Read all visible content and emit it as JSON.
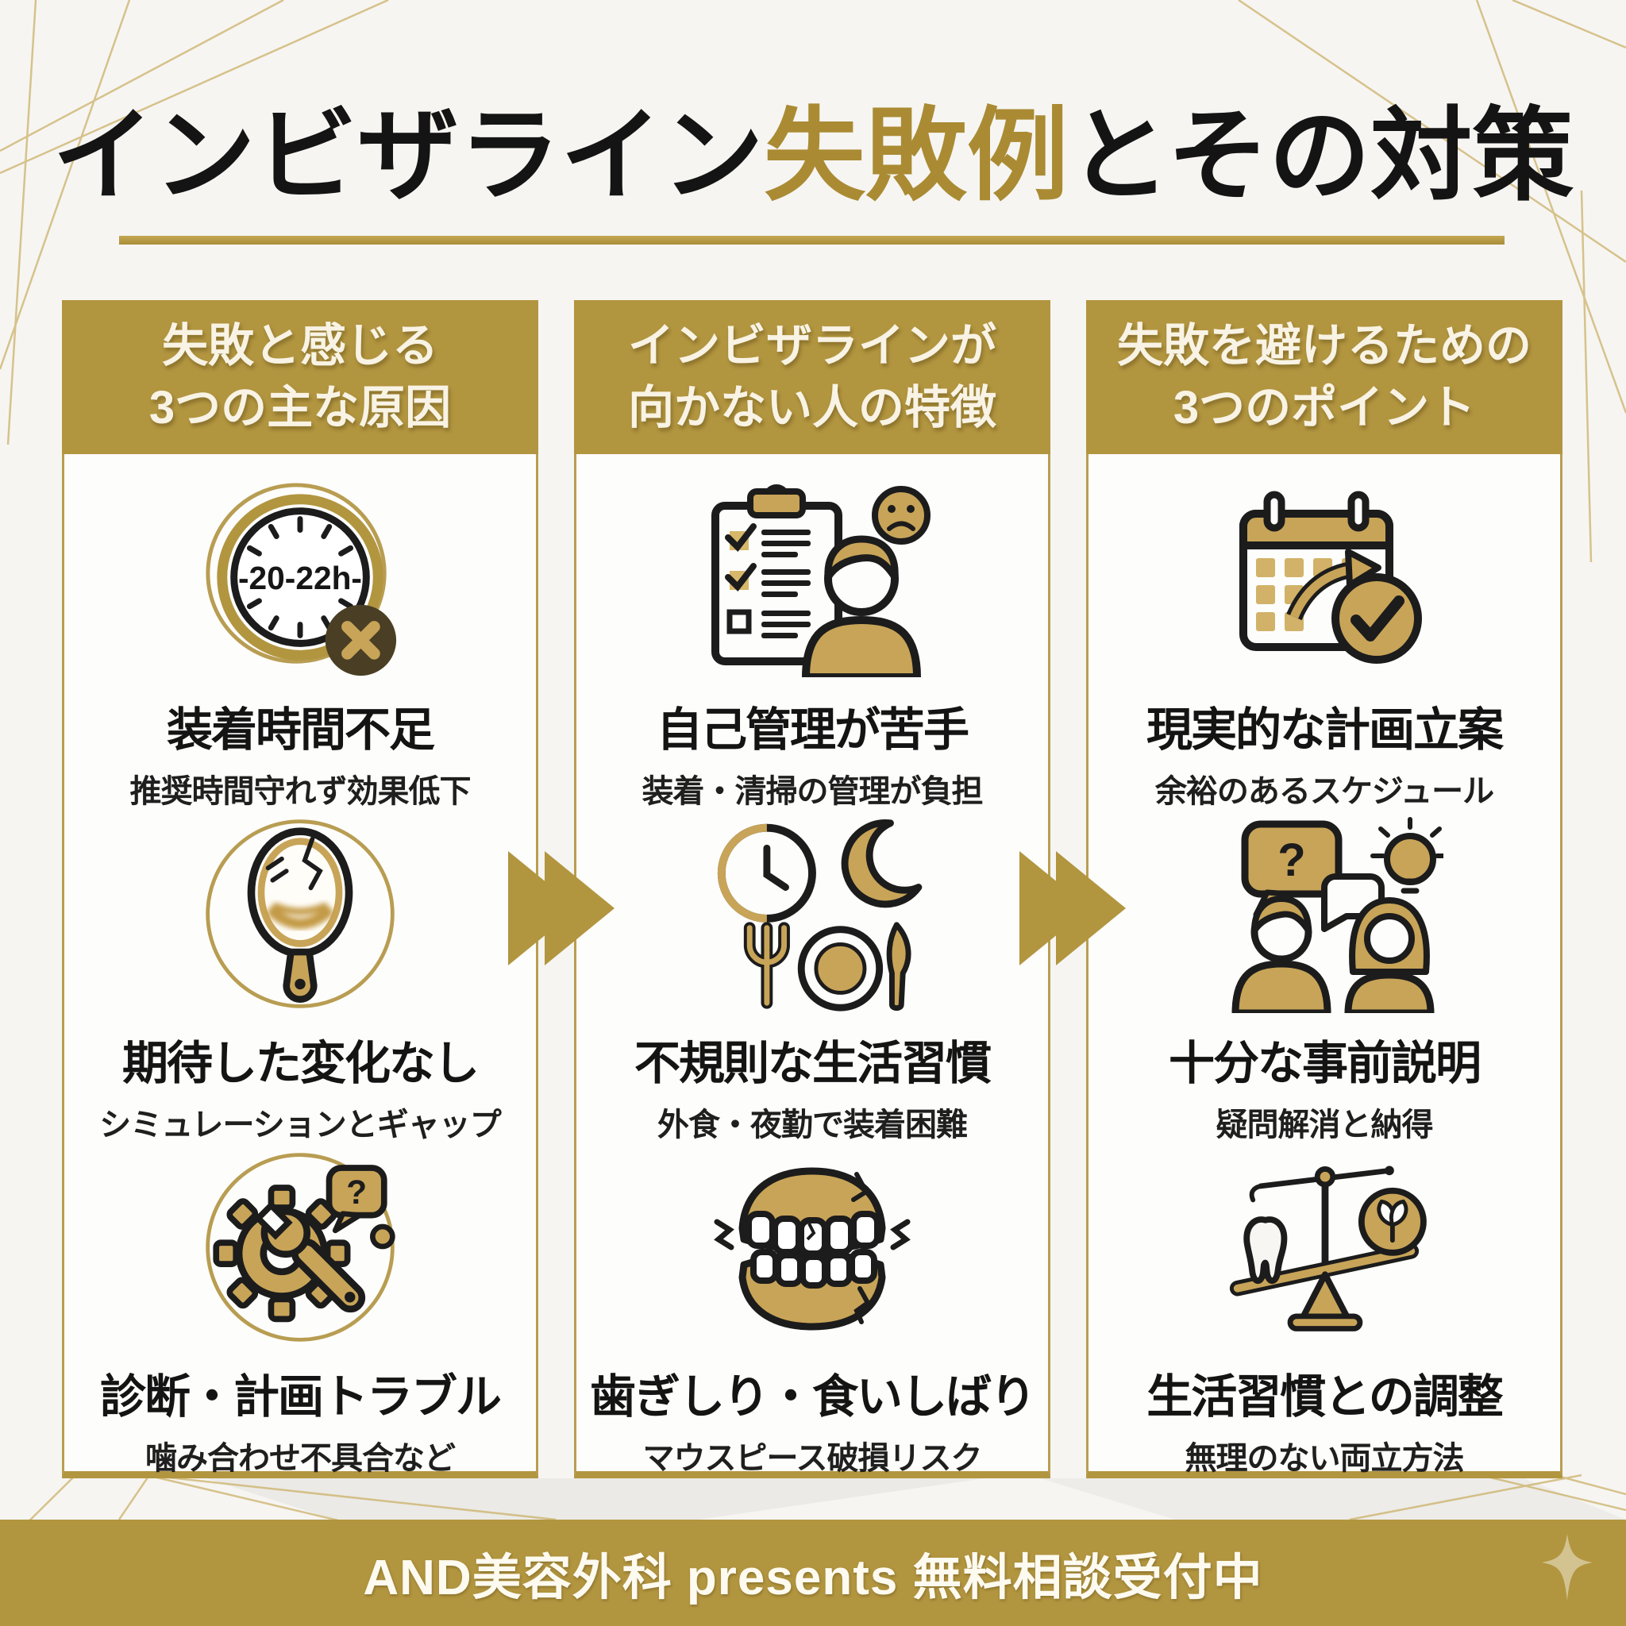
{
  "title": {
    "pre": "インビザライン",
    "accent": "失敗例",
    "post": "とその対策"
  },
  "columns": [
    {
      "header_line1": "失敗と感じる",
      "header_line2": "3つの主な原因",
      "items": [
        {
          "title": "装着時間不足",
          "subtitle": "推奨時間守れず効果低下"
        },
        {
          "title": "期待した変化なし",
          "subtitle": "シミュレーションとギャップ"
        },
        {
          "title": "診断・計画トラブル",
          "subtitle": "噛み合わせ不具合など"
        }
      ]
    },
    {
      "header_line1": "インビザラインが",
      "header_line2": "向かない人の特徴",
      "items": [
        {
          "title": "自己管理が苦手",
          "subtitle": "装着・清掃の管理が負担"
        },
        {
          "title": "不規則な生活習慣",
          "subtitle": "外食・夜勤で装着困難"
        },
        {
          "title": "歯ぎしり・食いしばり",
          "subtitle": "マウスピース破損リスク"
        }
      ]
    },
    {
      "header_line1": "失敗を避けるための",
      "header_line2": "3つのポイント",
      "items": [
        {
          "title": "現実的な計画立案",
          "subtitle": "余裕のあるスケジュール"
        },
        {
          "title": "十分な事前説明",
          "subtitle": "疑問解消と納得"
        },
        {
          "title": "生活習慣との調整",
          "subtitle": "無理のない両立方法"
        }
      ]
    }
  ],
  "icons": {
    "clock_label": "-20-22h-",
    "question_mark": "?"
  },
  "footer": {
    "text": "AND美容外科 presents 無料相談受付中"
  },
  "colors": {
    "gold_band": "#b2953f",
    "gold_icon": "#c8a458",
    "gold_title_accent": "#aa8b33",
    "dark_badge": "#4a3f24",
    "text": "#1b1b1b",
    "background": "#f6f5f2",
    "card": "#fdfdfb"
  }
}
